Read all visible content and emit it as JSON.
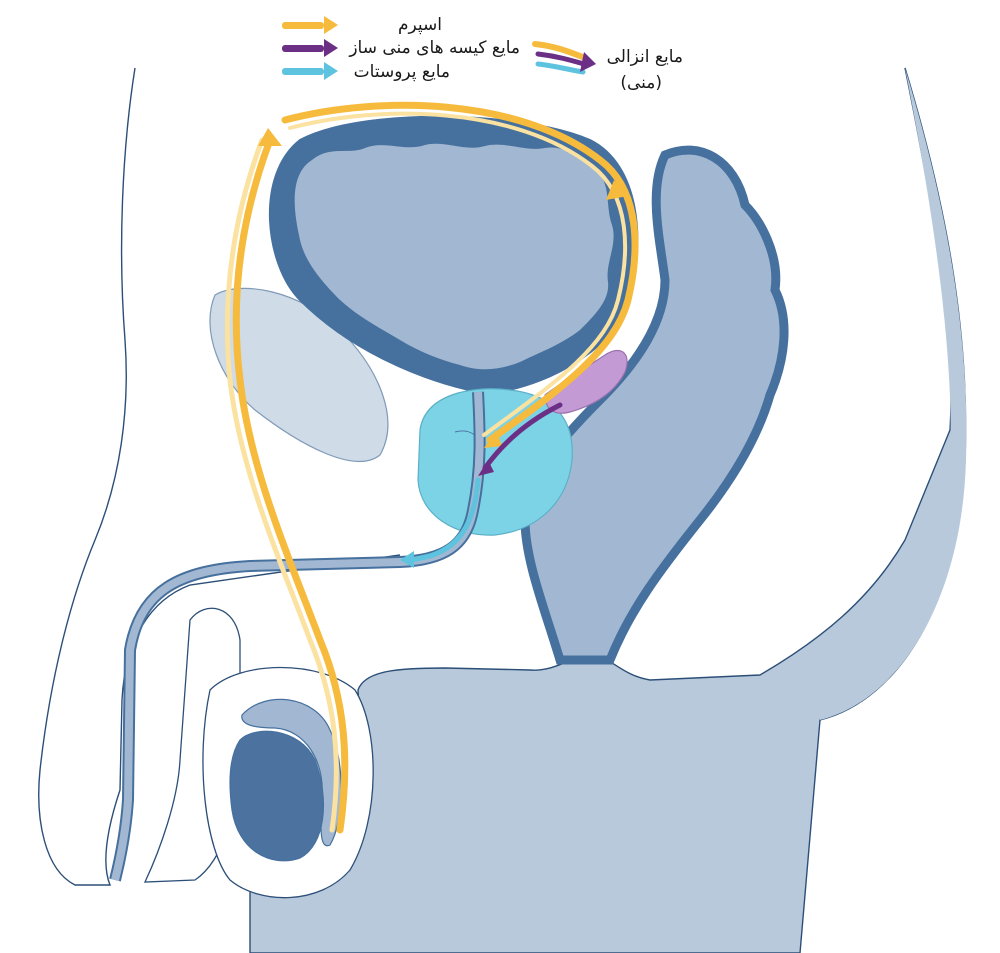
{
  "legend": {
    "items": [
      {
        "key": "sperm",
        "label": "اسپرم",
        "color": "#f6bb3c"
      },
      {
        "key": "seminal",
        "label": "مایع کیسه های منی ساز",
        "color": "#6b2f86"
      },
      {
        "key": "prostate",
        "label": "مایع پروستات",
        "color": "#5ec3df"
      }
    ],
    "combined": {
      "line1": "مایع انزالی",
      "line2": "(منی)"
    }
  },
  "colors": {
    "body_fill": "#b8c9dc",
    "organ_fill": "#a2b8d2",
    "organ_stroke": "#46709e",
    "dark_fill": "#4c72a0",
    "bone_fill": "#cfdbe6",
    "prostate_fill": "#7cd3e6",
    "vesicle_fill": "#c39ad3",
    "outline": "#2c4f78"
  }
}
